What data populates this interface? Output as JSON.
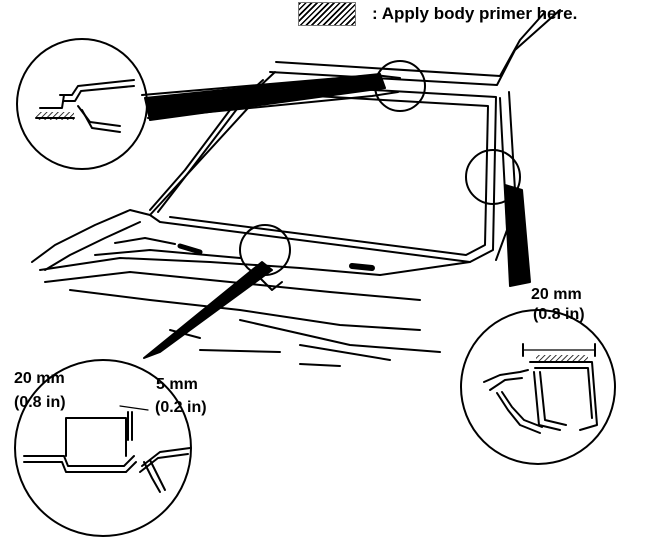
{
  "legend": {
    "text": ": Apply body primer here."
  },
  "callouts": {
    "right": {
      "line1": "20 mm",
      "line2": "(0.8 in)"
    },
    "left": {
      "line1": "20 mm",
      "line2": "(0.8 in)"
    },
    "middle": {
      "line1": "5 mm",
      "line2": "(0.2 in)"
    }
  }
}
